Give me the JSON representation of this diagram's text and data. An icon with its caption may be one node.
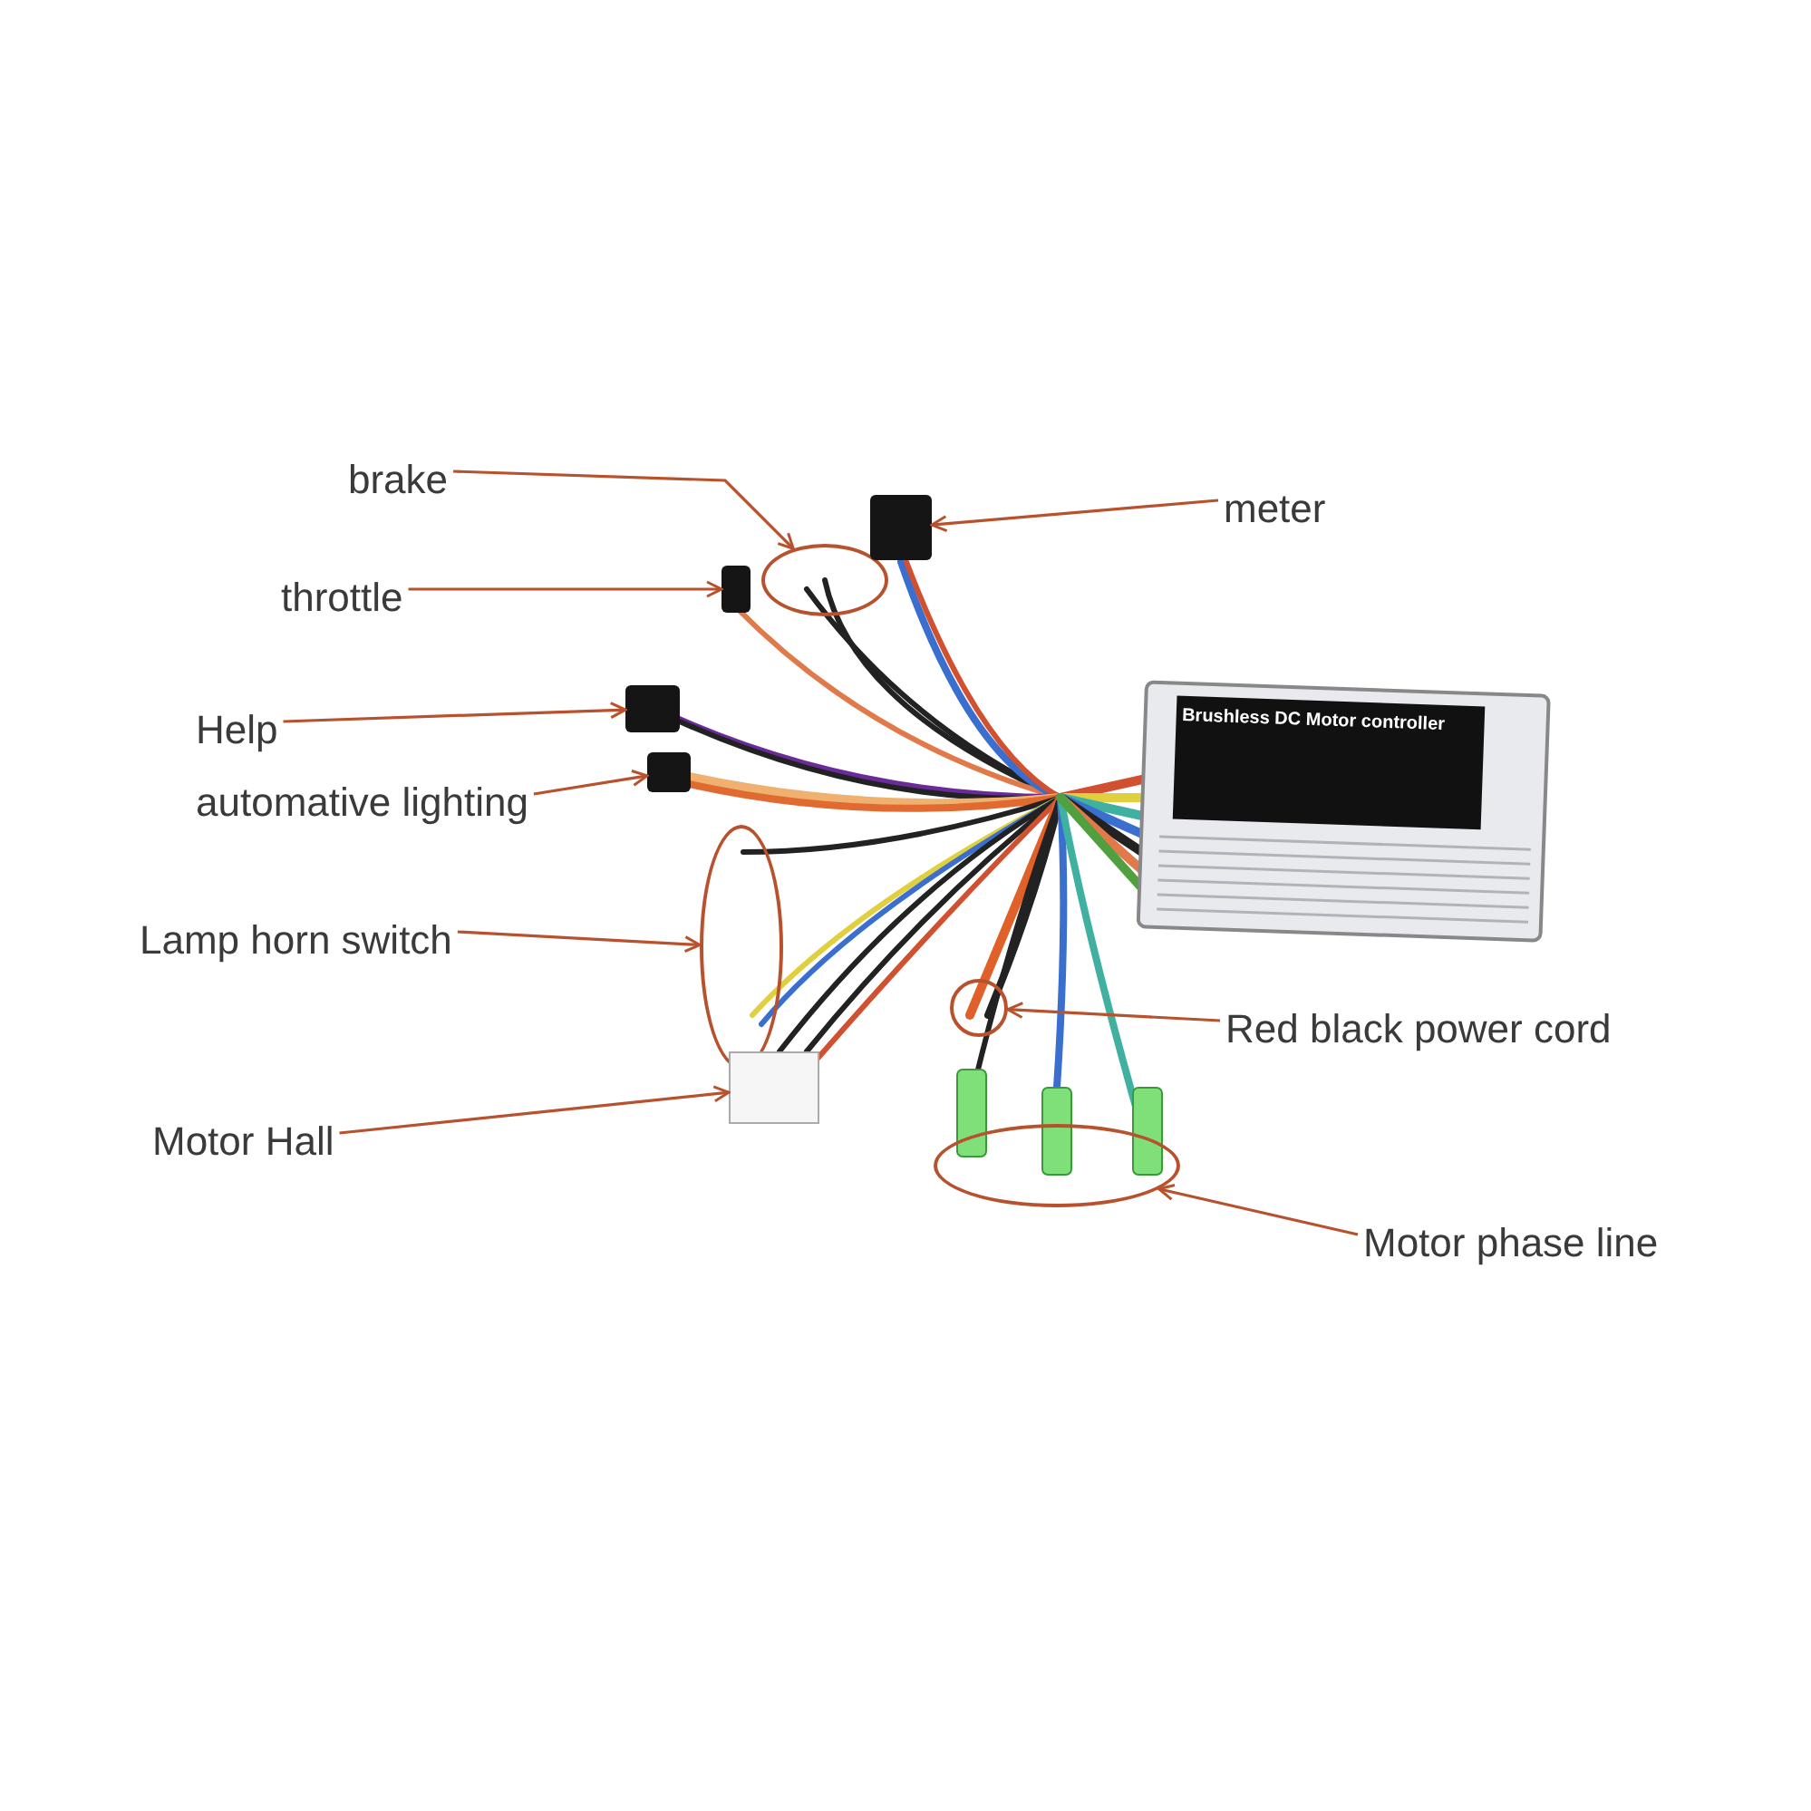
{
  "diagram": {
    "nodes": [
      {
        "text": [
          "brake"
        ]
      },
      {
        "text": [
          "throttle"
        ]
      },
      {
        "text": [
          "meter"
        ]
      },
      {
        "text": [
          "Help"
        ]
      },
      {
        "text": [
          "automative lighting"
        ]
      },
      {
        "text": [
          "Lamp horn switch"
        ]
      },
      {
        "text": [
          "Red black power cord"
        ]
      },
      {
        "text": [
          "Motor Hall"
        ]
      },
      {
        "text": [
          "Motor phase line"
        ]
      },
      {
        "text": [],
        "shape": "circle"
      },
      {
        "text": [],
        "shape": "box"
      },
      {
        "text": [],
        "shape": "box"
      },
      {
        "text": [],
        "shape": "box"
      },
      {
        "text": [],
        "shape": "box"
      },
      {
        "text": [],
        "shape": "circle"
      },
      {
        "text": [],
        "shape": "circle"
      },
      {
        "text": [],
        "shape": "box"
      },
      {
        "text": [],
        "shape": "circle"
      }
    ],
    "edges": [
      {
        "from": 0,
        "to": 9,
        "arrow": "to"
      },
      {
        "from": 1,
        "to": 10,
        "arrow": "to"
      },
      {
        "from": 2,
        "to": 11,
        "arrow": "to"
      },
      {
        "from": 3,
        "to": 12,
        "arrow": "to"
      },
      {
        "from": 4,
        "to": 13,
        "arrow": "to"
      },
      {
        "from": 5,
        "to": 14,
        "arrow": "to"
      },
      {
        "from": 6,
        "to": 15,
        "arrow": "to"
      },
      {
        "from": 7,
        "to": 16,
        "arrow": "to"
      },
      {
        "from": 8,
        "to": 17,
        "arrow": "to"
      }
    ],
    "labels": [
      "Brushless DC Motor controller"
    ]
  }
}
